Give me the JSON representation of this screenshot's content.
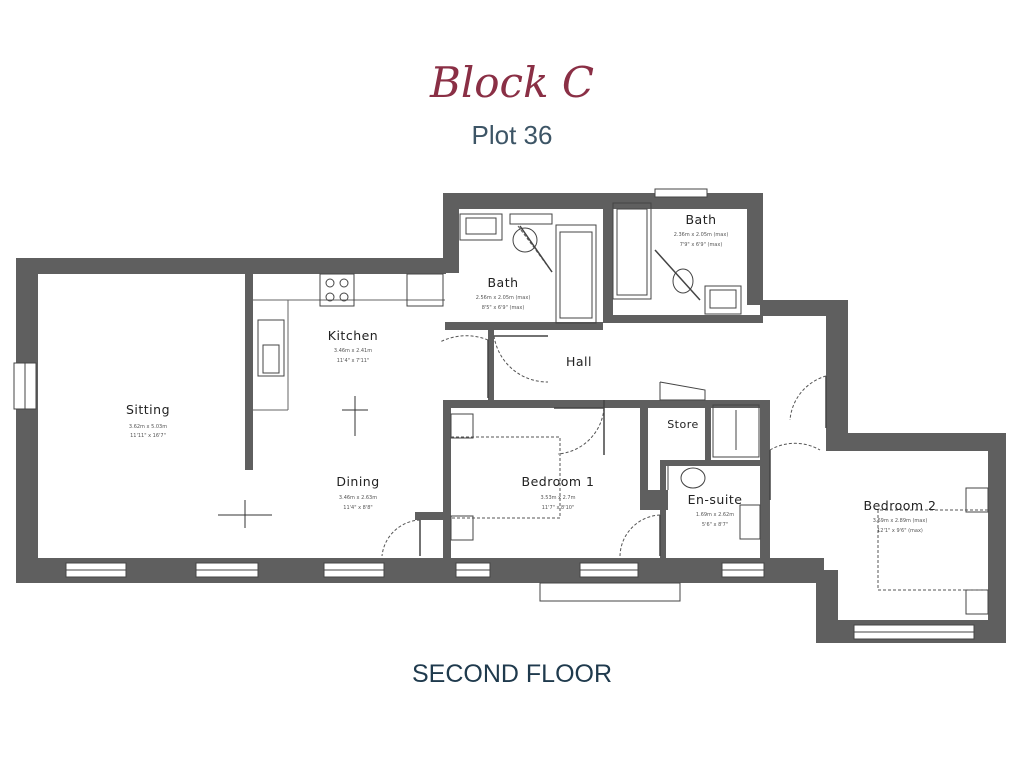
{
  "header": {
    "block": "Block C",
    "plot": "Plot 36"
  },
  "footer": {
    "floor": "SECOND FLOOR"
  },
  "rooms": {
    "sitting": {
      "name": "Sitting",
      "dim_m": "3.62m x 5.03m",
      "dim_ft": "11'11\" x 16'7\""
    },
    "kitchen": {
      "name": "Kitchen",
      "dim_m": "3.46m x 2.41m",
      "dim_ft": "11'4\" x 7'11\""
    },
    "dining": {
      "name": "Dining",
      "dim_m": "3.46m x 2.63m",
      "dim_ft": "11'4\" x 8'8\""
    },
    "bath1": {
      "name": "Bath",
      "dim_m": "2.56m x 2.05m (max)",
      "dim_ft": "8'5\" x 6'9\" (max)"
    },
    "bath2": {
      "name": "Bath",
      "dim_m": "2.36m x 2.05m (max)",
      "dim_ft": "7'9\" x 6'9\" (max)"
    },
    "hall": {
      "name": "Hall"
    },
    "store": {
      "name": "Store"
    },
    "bedroom1": {
      "name": "Bedroom 1",
      "dim_m": "3.53m x 2.7m",
      "dim_ft": "11'7\" x 8'10\""
    },
    "ensuite": {
      "name": "En-suite",
      "dim_m": "1.69m x 2.62m",
      "dim_ft": "5'6\" x 8'7\""
    },
    "bedroom2": {
      "name": "Bedroom 2",
      "dim_m": "3.69m x 2.89m (max)",
      "dim_ft": "12'1\" x 9'6\" (max)"
    }
  },
  "colors": {
    "title": "#8a2f45",
    "subtitle": "#3d5566",
    "wall": "#5f5f5f",
    "floor_label": "#1f3a4d"
  }
}
